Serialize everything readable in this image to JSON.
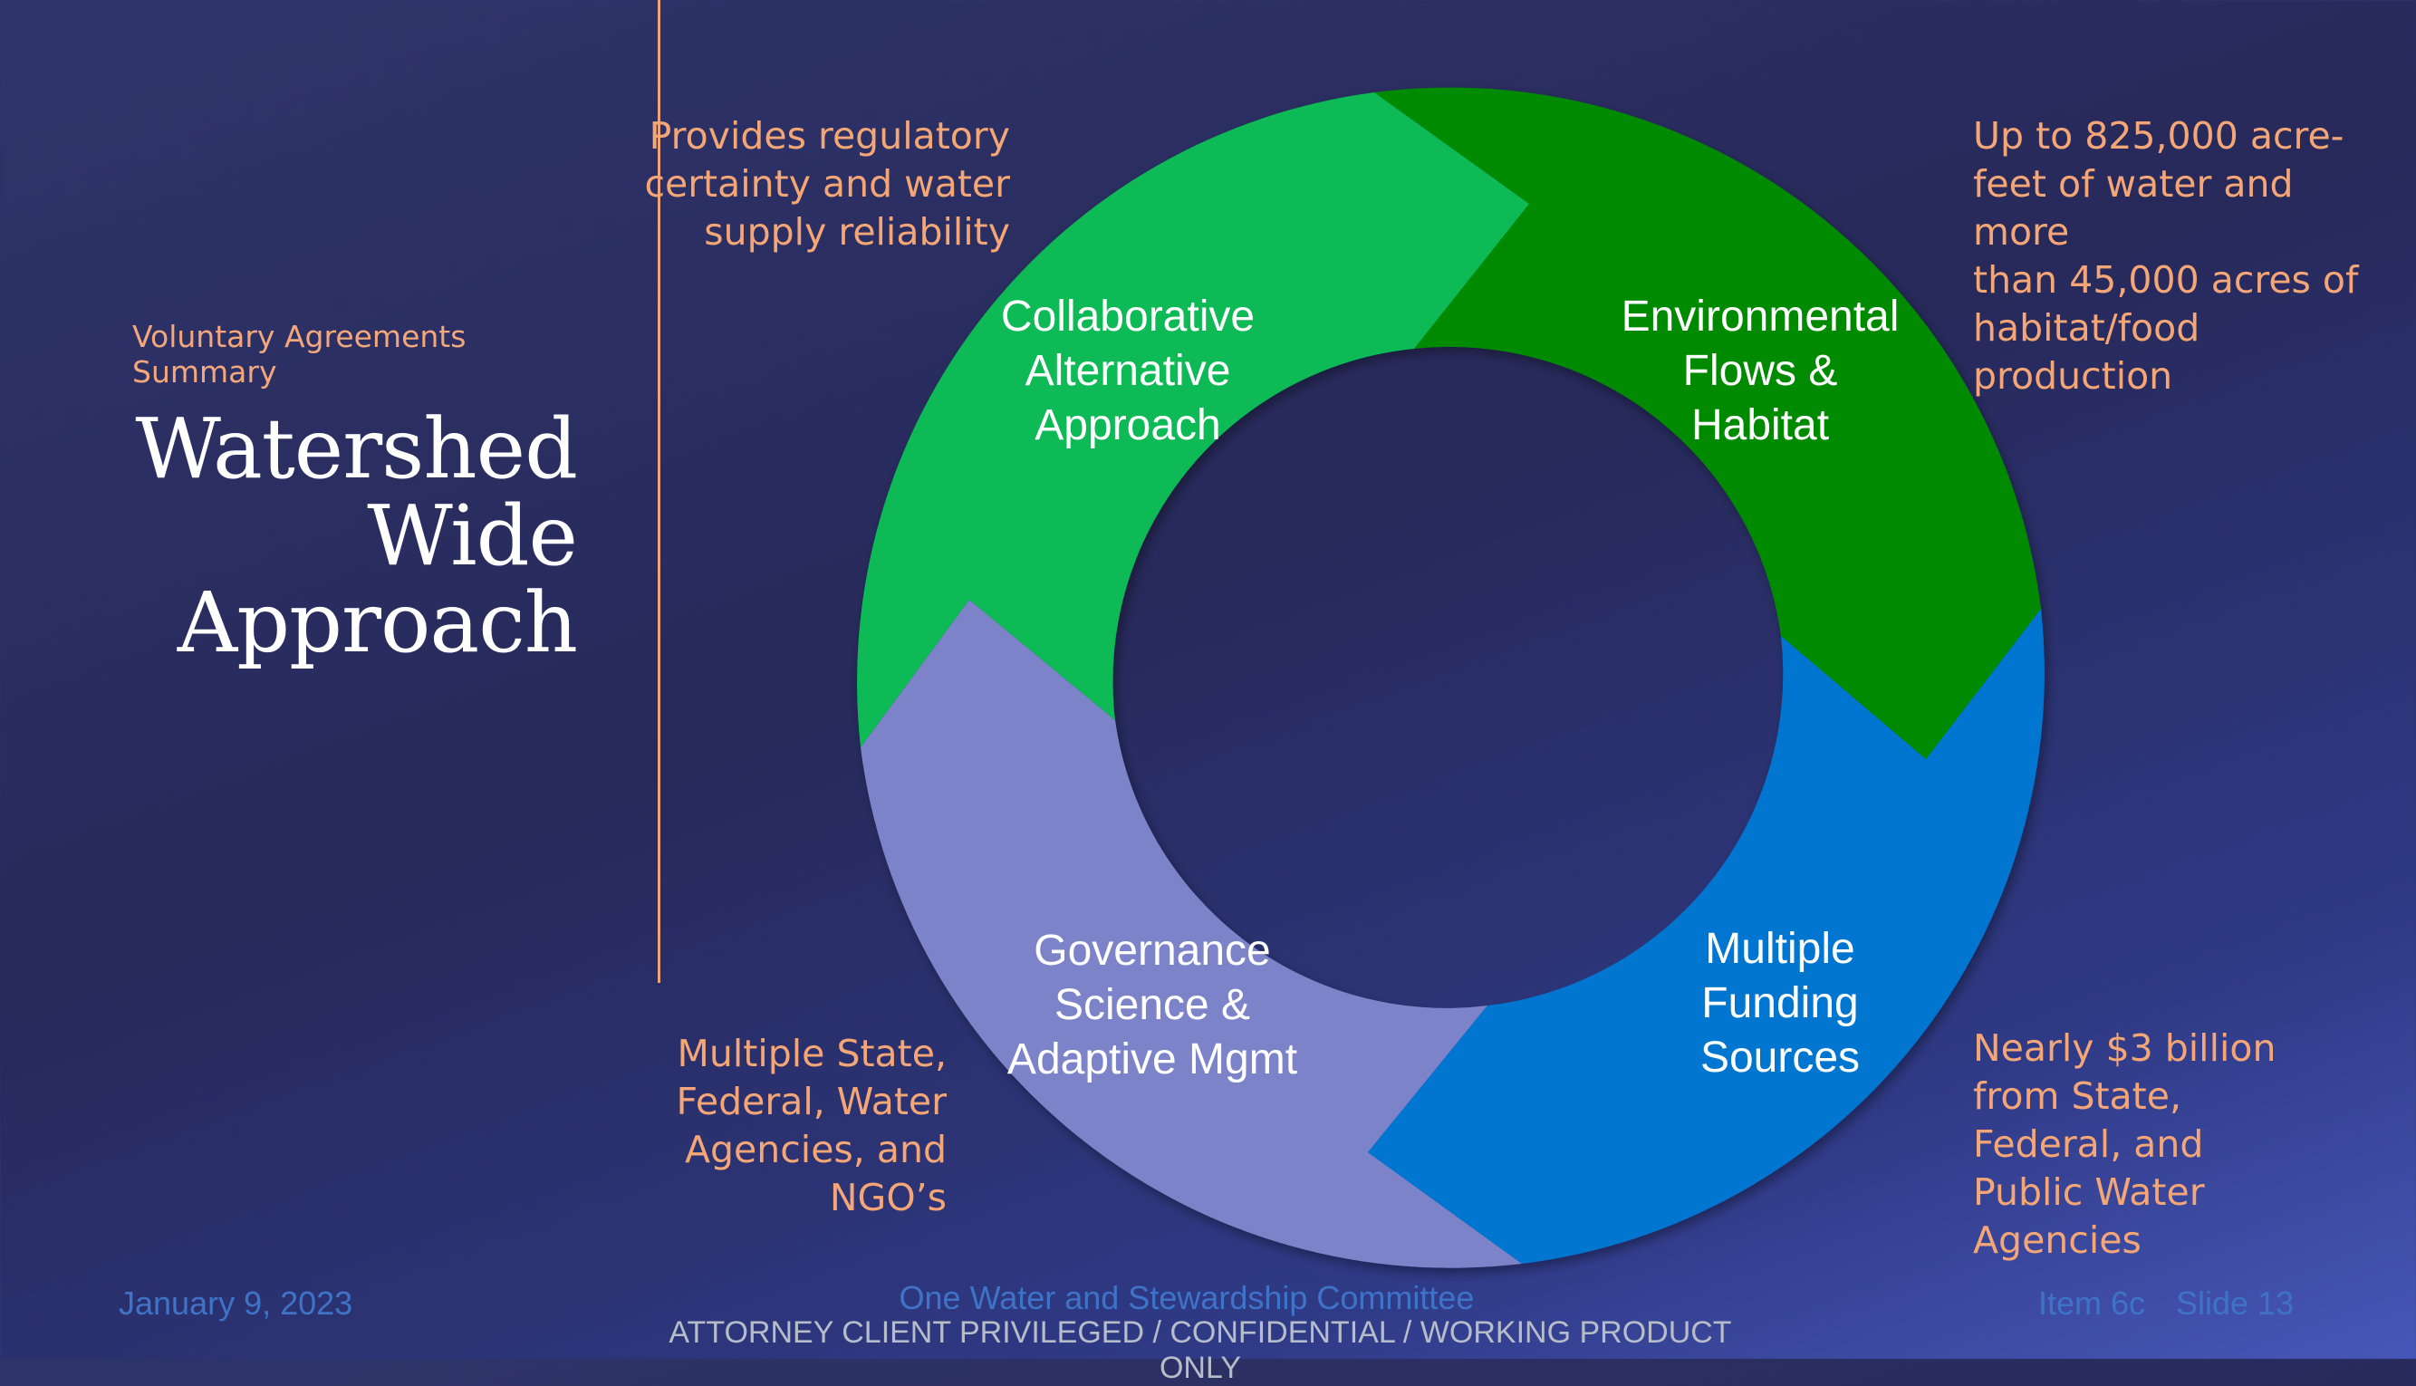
{
  "left_panel": {
    "subtitle": "Voluntary Agreements Summary",
    "title_lines": [
      "Watershed",
      "Wide",
      "Approach"
    ]
  },
  "cycle": {
    "segments": [
      {
        "label_lines": [
          "Collaborative",
          "Alternative",
          "Approach"
        ],
        "color": "#08ba55"
      },
      {
        "label_lines": [
          "Environmental",
          "Flows &",
          "Habitat"
        ],
        "color": "#058a06"
      },
      {
        "label_lines": [
          "Multiple",
          "Funding",
          "Sources"
        ],
        "color": "#0476d1"
      },
      {
        "label_lines": [
          "Governance",
          "Science &",
          "Adaptive Mgmt"
        ],
        "color": "#7b83c9"
      }
    ]
  },
  "notes": {
    "top_left": [
      "Provides regulatory",
      "certainty and water",
      "supply reliability"
    ],
    "top_right": [
      "Up to 825,000 acre-",
      "feet of water and more",
      "than 45,000 acres of",
      "habitat/food",
      "production"
    ],
    "bottom_left": [
      "Multiple State,",
      "Federal, Water",
      "Agencies, and",
      "NGO’s"
    ],
    "bottom_right": [
      "Nearly $3 billion",
      "from State,",
      "Federal, and",
      "Public Water",
      "Agencies"
    ]
  },
  "footer": {
    "date": "January 9, 2023",
    "committee": "One Water and Stewardship Committee",
    "confidential": "ATTORNEY CLIENT PRIVILEGED / CONFIDENTIAL / WORKING PRODUCT ONLY",
    "item": "Item 6c",
    "slide": "Slide 13"
  },
  "colors": {
    "accent": "#f4a676",
    "footer_text": "#3f73c8",
    "background": "#2b2f65"
  }
}
